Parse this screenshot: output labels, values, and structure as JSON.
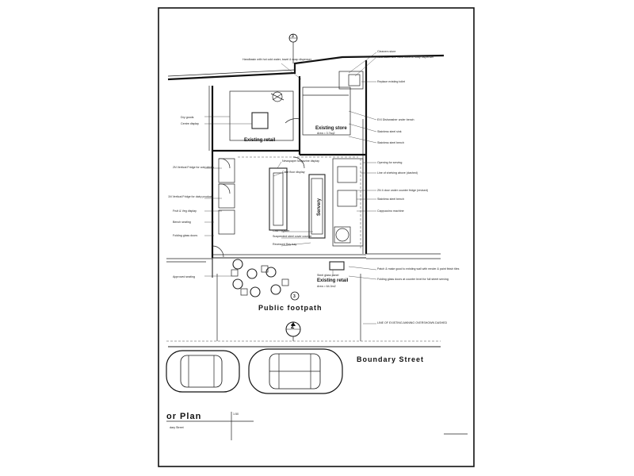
{
  "plan": {
    "title": "or Plan",
    "scale": "1:50",
    "subtitle": "dary Street",
    "street_label": "Boundary Street",
    "footpath_label": "Public footpath",
    "section_marker_top": "3",
    "section_marker_bottom": "2",
    "section_marker_mid": "3",
    "rooms": {
      "existing_retail_top": "Existing retail",
      "existing_store": "Existing store",
      "existing_store_area": "Area = 3.7sq2",
      "servery": "Servery",
      "existing_retail_bottom": "Existing retail",
      "existing_retail_bottom_area": "Area = 64.3m2"
    },
    "left_labels": [
      "Dry goods",
      "Centre display",
      "2N Vertical Fridge for cold drinks",
      "1N Vertical Fridge for dairy products",
      "Fruit & Veg display",
      "Bench seating",
      "Folding glass doors",
      "Approved seating"
    ],
    "centre_labels": [
      "Handbasin with hot cold water, towel & soap dispenser",
      "Newspaper Magazine display",
      "Cake floor display",
      "Cash register",
      "Suspended steel cover counter",
      "Recessed Bay tray",
      "Steel glass panel"
    ],
    "right_labels": [
      "Cleaners store",
      "New basin with hand towel & soap dispenser",
      "Replace existing toilet",
      "EXI Dishwasher under bench",
      "Stainless steel sink",
      "Stainless steel bench",
      "Opening for serving",
      "Line of shelving above (dashed)",
      "2N 4 door under counter fridge (revised)",
      "Stainless steel bench",
      "Cappuccino machine",
      "Patch & make good to existing wall with render & paint finish tiles",
      "Folding glass doors at counter level for full street serving",
      "LINE OF EXISTING AWNING OVERSHOWN DASHED"
    ]
  }
}
